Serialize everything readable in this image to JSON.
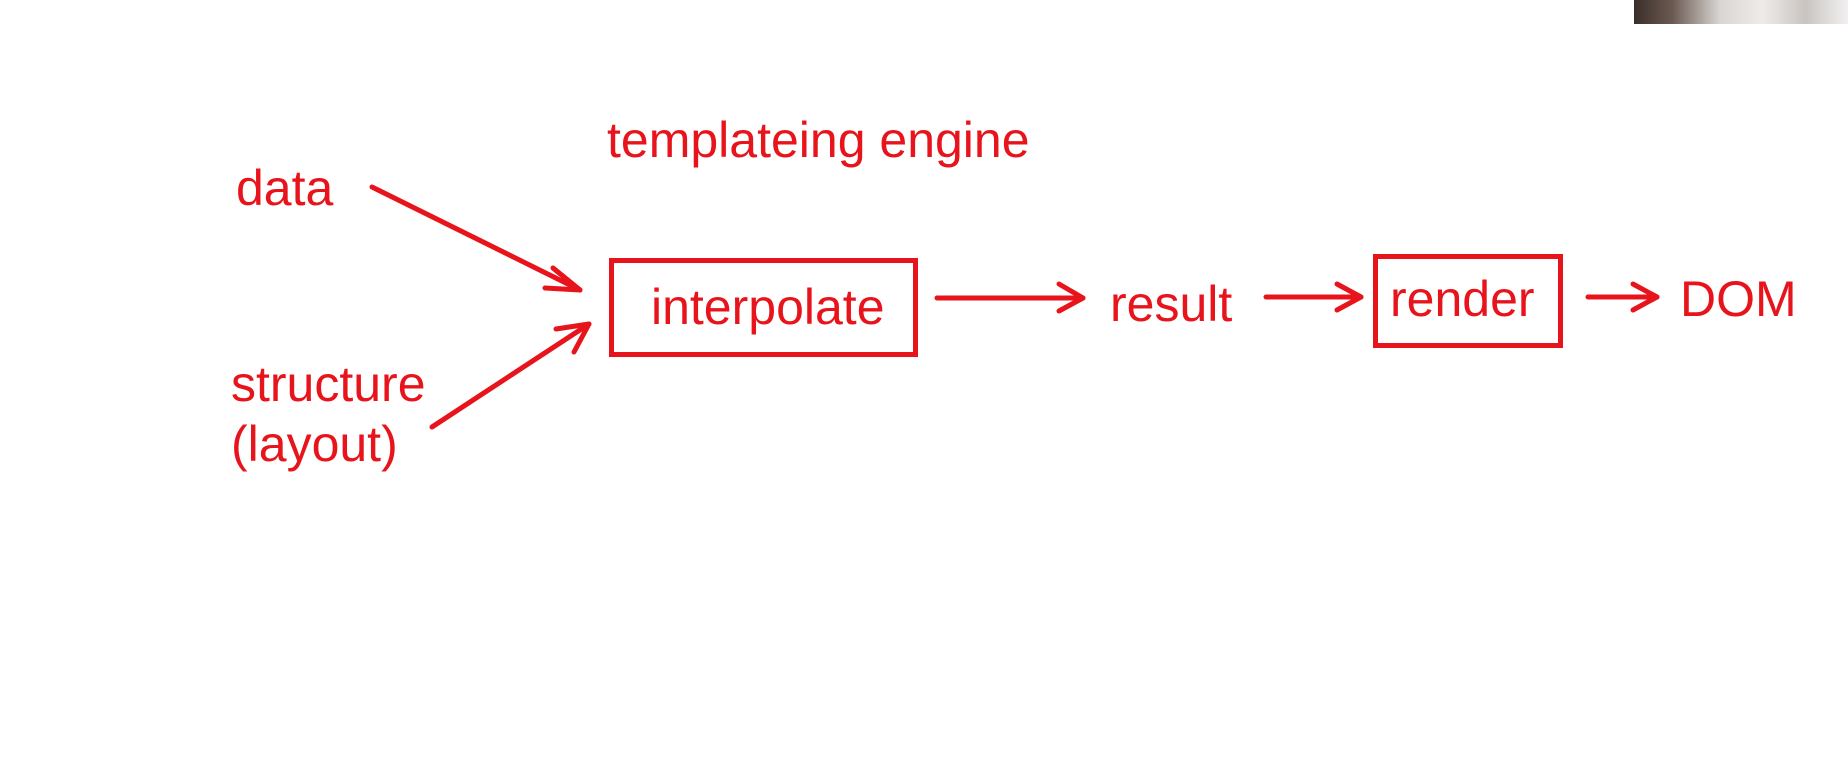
{
  "diagram": {
    "title": "templateing engine",
    "inputs": {
      "data_label": "data",
      "structure_label": "structure\n(layout)"
    },
    "steps": {
      "interpolate_label": "interpolate",
      "result_label": "result",
      "render_label": "render",
      "dom_label": "DOM"
    },
    "colors": {
      "ink": "#e8141c",
      "background": "#ffffff"
    }
  }
}
